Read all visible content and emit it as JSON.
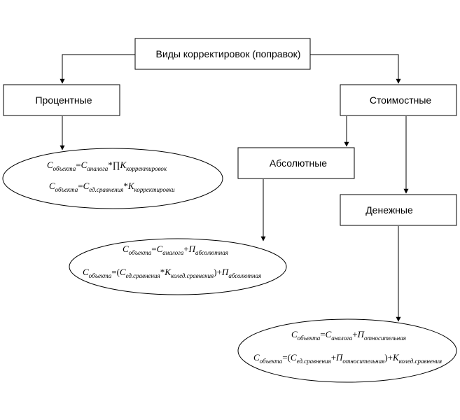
{
  "nodes": {
    "root": "Виды корректировок (поправок)",
    "percent": "Процентные",
    "cost": "Стоимостные",
    "absolute": "Абсолютные",
    "monetary": "Денежные"
  },
  "formulas": {
    "percent": {
      "f1": {
        "c": "C",
        "sub1": "объекта",
        "eq": "=",
        "c2": "C",
        "sub2": "аналога",
        "op": "*",
        "prod": "∏",
        "k": "K",
        "sub3": "корректировок"
      },
      "f2": {
        "c": "C",
        "sub1": "объекта",
        "eq": "=",
        "c2": "C",
        "sub2": "ед.сравнения",
        "op": "*",
        "k": "K",
        "sub3": "корректировки"
      }
    },
    "absolute": {
      "f1": {
        "c": "C",
        "sub1": "объекта",
        "eq": "=",
        "c2": "C",
        "sub2": "аналога",
        "op": "+",
        "p": "П",
        "sub3": "абсолютная"
      },
      "f2": {
        "c": "C",
        "sub1": "объекта",
        "eq": "=",
        "lp": "(",
        "c2": "C",
        "sub2": "ед.сравнения",
        "op": "*",
        "k": "K",
        "sub3": "колед.сравнения",
        "rp": ")",
        "op2": "+",
        "p": "П",
        "sub4": "абсолютная"
      }
    },
    "monetary": {
      "f1": {
        "c": "C",
        "sub1": "объекта",
        "eq": "=",
        "c2": "C",
        "sub2": "аналога",
        "op": "+",
        "p": "П",
        "sub3": "относительная"
      },
      "f2": {
        "c": "C",
        "sub1": "объекта",
        "eq": "=",
        "lp": "(",
        "c2": "C",
        "sub2": "ед.сравнения",
        "op": "+",
        "p": "П",
        "sub3": "относительная",
        "rp": ")",
        "op2": "+",
        "k": "K",
        "sub4": "колед.сравнения"
      }
    }
  }
}
